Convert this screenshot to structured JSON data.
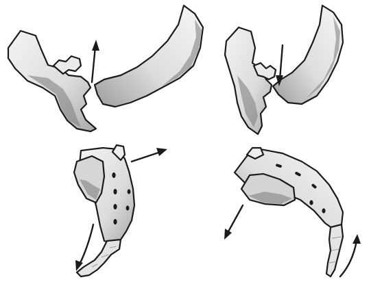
{
  "figure": {
    "panels": [
      {
        "id": "top-left",
        "subject": "pelvis-front-view",
        "motion": "upward"
      },
      {
        "id": "top-right",
        "subject": "pelvis-front-view",
        "motion": "downward"
      },
      {
        "id": "bottom-left",
        "subject": "sacrum-coccyx-side-view",
        "motion": "nutation"
      },
      {
        "id": "bottom-right",
        "subject": "sacrum-coccyx-side-view",
        "motion": "counternutation"
      }
    ],
    "colors": {
      "ink": "#1a1a1a",
      "bone": "#e6e6e6",
      "shadow": "#7a7a7a",
      "background": "#ffffff"
    }
  }
}
